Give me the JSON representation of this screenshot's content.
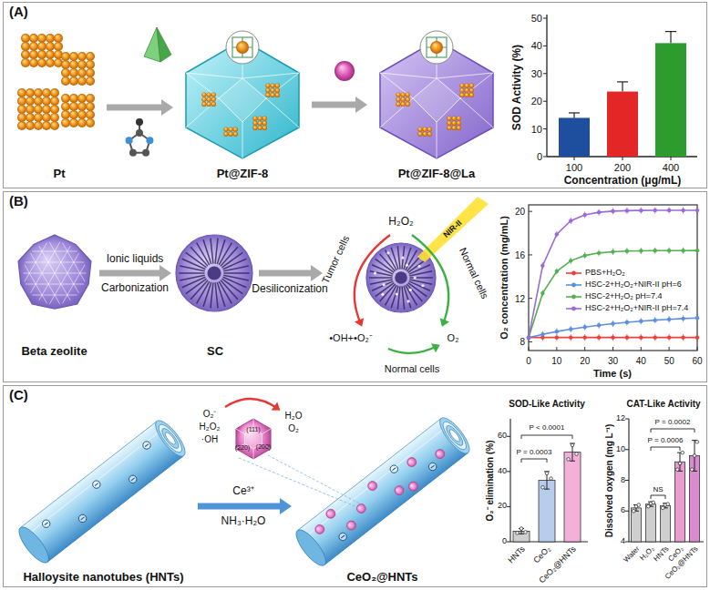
{
  "diagram": {
    "nodes": [
      {
        "text": [
          "(A)"
        ]
      },
      {
        "text": [
          "Pt"
        ],
        "in": 0
      },
      {
        "text": [
          "Pt@ZIF-8"
        ],
        "in": 0
      },
      {
        "text": [
          "Pt@ZIF-8@La"
        ],
        "in": 0
      },
      {
        "text": [
          "(B)"
        ]
      },
      {
        "text": [
          "Beta zeolite"
        ],
        "in": 4
      },
      {
        "text": [
          "SC"
        ],
        "in": 4
      },
      {
        "text": [
          "(C)"
        ]
      },
      {
        "text": [
          "Halloysite nanotubes (HNTs)"
        ],
        "in": 7
      },
      {
        "text": [
          "CeO₂@HNTs"
        ],
        "in": 7
      }
    ],
    "edges": [
      {
        "from": 1,
        "to": 2,
        "arrow": "to"
      },
      {
        "from": 2,
        "to": 3,
        "arrow": "to"
      },
      {
        "from": 5,
        "to": 6,
        "arrow": "to"
      },
      {
        "from": 8,
        "to": 9,
        "arrow": "to"
      }
    ],
    "labels": [
      "SOD Activity (%)",
      "0",
      "10",
      "20",
      "30",
      "40",
      "50",
      "100",
      "200",
      "400",
      "Concentration (μg/mL)",
      "Ionic liquids",
      "Carbonization",
      "Desiliconization",
      "H₂O₂",
      "NIR-II",
      "Tumor cells",
      "Normal cells",
      "•OH+•O₂⁻",
      "O₂",
      "Normal cells",
      "O₂ concentration (mg/mL)",
      "8",
      "12",
      "16",
      "20",
      "0",
      "10",
      "20",
      "30",
      "40",
      "50",
      "60",
      "Time (s)",
      "Ce³⁺",
      "NH₃·H₂O",
      "O₂⁻",
      "H₂O₂",
      "·OH",
      "H₂O",
      "O₂",
      "(111)",
      "(220)",
      "(200)",
      "SOD-Like Activity",
      "O₂⁻ elimination (%)",
      "0",
      "20",
      "40",
      "60",
      "P = 0.0003",
      "P < 0.0001",
      "HNTs",
      "CeO₂",
      "CeO₂@HNTs",
      "CAT-Like Activity",
      "Dissolved oxygen (mg L⁻¹)",
      "4",
      "6",
      "8",
      "10",
      "12",
      "P = 0.0002",
      "P = 0.0006",
      "NS",
      "Water",
      "H₂O₂",
      "HNTs",
      "CeO₂",
      "CeO₂@HNTs"
    ],
    "legend": [
      {
        "text": "PBS+H₂O₂"
      },
      {
        "text": "HSC-2+H₂O₂+NIR-II pH=6"
      },
      {
        "text": "HSC-2+H₂O₂ pH=7.4"
      },
      {
        "text": "HSC-2+H₂O₂+NIR-II pH=7.4"
      }
    ]
  }
}
